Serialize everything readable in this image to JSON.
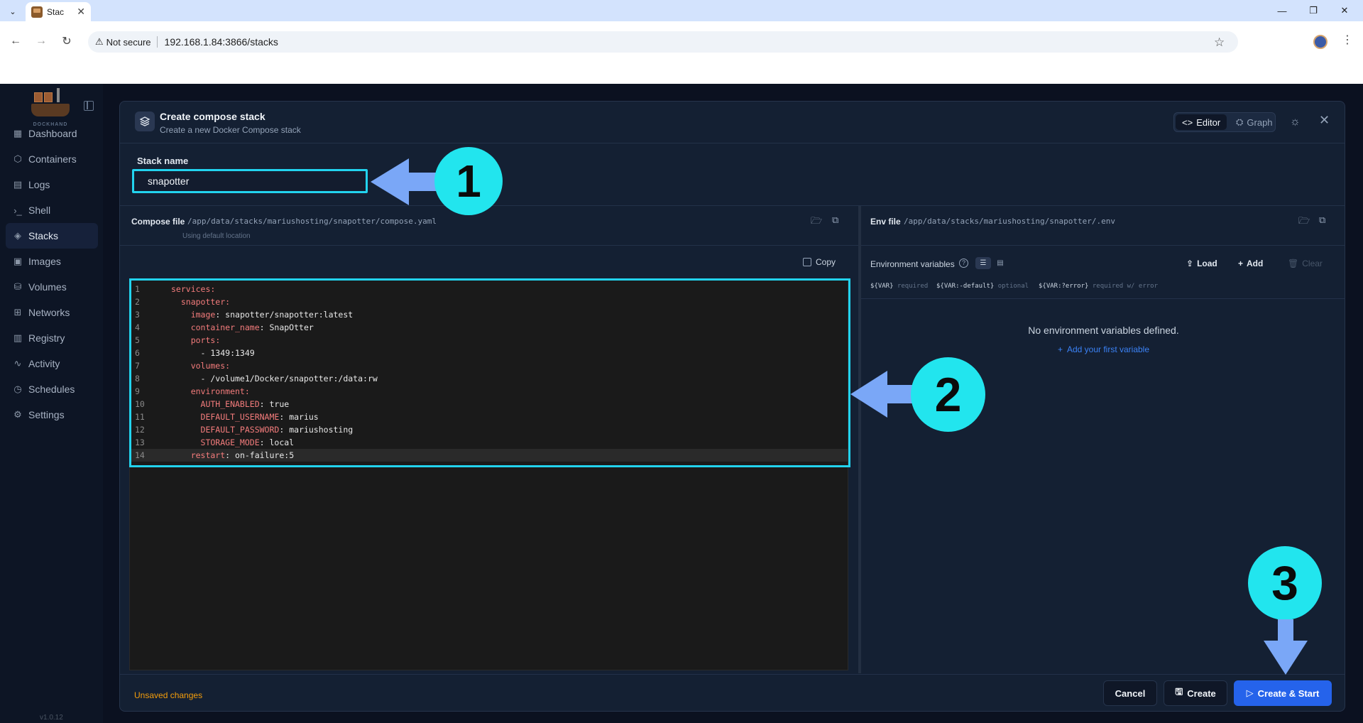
{
  "browser": {
    "tab_title": "Stac",
    "not_secure": "Not secure",
    "url": "192.168.1.84:3866/stacks"
  },
  "sidebar": {
    "logo_text": "DOCKHAND",
    "items": [
      {
        "label": "Dashboard",
        "icon": "grid-icon"
      },
      {
        "label": "Containers",
        "icon": "box-icon"
      },
      {
        "label": "Logs",
        "icon": "file-icon"
      },
      {
        "label": "Shell",
        "icon": "terminal-icon"
      },
      {
        "label": "Stacks",
        "icon": "layers-icon"
      },
      {
        "label": "Images",
        "icon": "image-icon"
      },
      {
        "label": "Volumes",
        "icon": "database-icon"
      },
      {
        "label": "Networks",
        "icon": "network-icon"
      },
      {
        "label": "Registry",
        "icon": "book-icon"
      },
      {
        "label": "Activity",
        "icon": "activity-icon"
      },
      {
        "label": "Schedules",
        "icon": "clock-icon"
      },
      {
        "label": "Settings",
        "icon": "gear-icon"
      }
    ],
    "active": "Stacks",
    "version": "v1.0.12"
  },
  "modal": {
    "title": "Create compose stack",
    "subtitle": "Create a new Docker Compose stack",
    "view_editor": "Editor",
    "view_graph": "Graph",
    "stack_name_label": "Stack name",
    "stack_name_value": "snapotter",
    "compose": {
      "label": "Compose file",
      "path": "/app/data/stacks/mariushosting/snapotter/compose.yaml",
      "default_location": "Using default location",
      "copy_label": "Copy",
      "lines": [
        {
          "n": "1",
          "key": "services",
          "value": ""
        },
        {
          "n": "2",
          "key": "  snapotter",
          "value": ""
        },
        {
          "n": "3",
          "key": "    image",
          "value": "snapotter/snapotter:latest"
        },
        {
          "n": "4",
          "key": "    container_name",
          "value": "SnapOtter"
        },
        {
          "n": "5",
          "key": "    ports",
          "value": ""
        },
        {
          "n": "6",
          "key": "",
          "value": "      - 1349:1349"
        },
        {
          "n": "7",
          "key": "    volumes",
          "value": ""
        },
        {
          "n": "8",
          "key": "",
          "value": "      - /volume1/Docker/snapotter:/data:rw"
        },
        {
          "n": "9",
          "key": "    environment",
          "value": ""
        },
        {
          "n": "10",
          "key": "      AUTH_ENABLED",
          "value": "true"
        },
        {
          "n": "11",
          "key": "      DEFAULT_USERNAME",
          "value": "marius"
        },
        {
          "n": "12",
          "key": "      DEFAULT_PASSWORD",
          "value": "mariushosting"
        },
        {
          "n": "13",
          "key": "      STORAGE_MODE",
          "value": "local"
        },
        {
          "n": "14",
          "key": "    restart",
          "value": "on-failure:5"
        }
      ]
    },
    "env": {
      "label": "Env file",
      "path": "/app/data/stacks/mariushosting/snapotter/.env",
      "vars_label": "Environment variables",
      "load_label": "Load",
      "add_label": "Add",
      "clear_label": "Clear",
      "hint_required_code": "${VAR}",
      "hint_required": "required",
      "hint_optional_code": "${VAR:-default}",
      "hint_optional": "optional",
      "hint_error_code": "${VAR:?error}",
      "hint_error": "required w/ error",
      "empty_text": "No environment variables defined.",
      "add_first": "Add your first variable"
    },
    "footer": {
      "unsaved": "Unsaved changes",
      "cancel": "Cancel",
      "create": "Create",
      "create_start": "Create & Start"
    }
  },
  "annotations": [
    "1",
    "2",
    "3"
  ],
  "colors": {
    "annotation": "#22e5ee",
    "arrow": "#7aa7f7",
    "primary": "#2563eb",
    "warning": "#f59e0b",
    "yaml_key": "#f47c7c"
  }
}
